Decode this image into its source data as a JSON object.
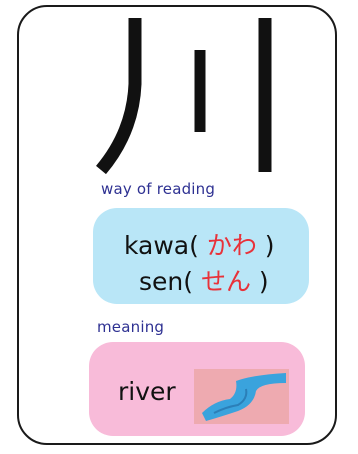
{
  "card": {
    "kanji": "川",
    "reading_label": "way of reading",
    "readings": [
      {
        "romaji": "kawa",
        "kana": "かわ"
      },
      {
        "romaji": "sen",
        "kana": "せん"
      }
    ],
    "meaning_label": "meaning",
    "meaning": "river",
    "illustration": "river-icon"
  },
  "colors": {
    "border": "#1a1a1a",
    "label_text": "#2e3192",
    "reading_box": "#b9e6f7",
    "meaning_box": "#f8bbd9",
    "kana_text": "#e8323a",
    "picture_background": "#eeaab0",
    "river_water": "#3aa3dd"
  }
}
